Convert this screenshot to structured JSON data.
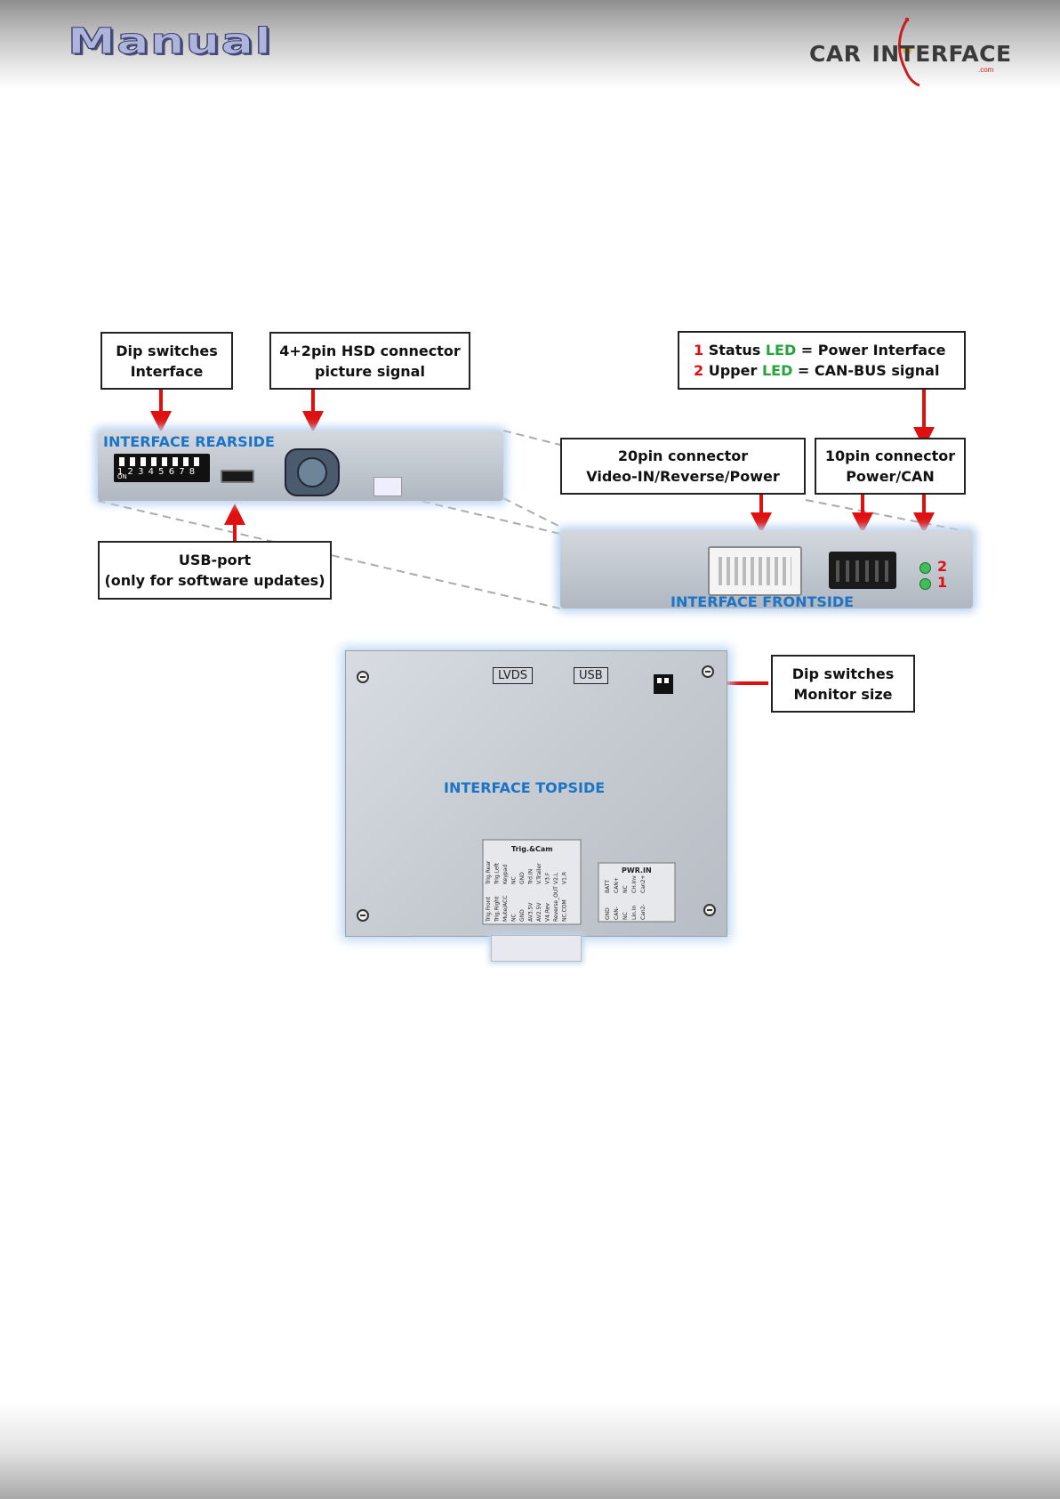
{
  "header": {
    "title": "Manual"
  },
  "logo": {
    "text_left": "CAR",
    "text_right": "INTERFACE",
    "sub": ".com"
  },
  "colors": {
    "callout_red": "#e01010",
    "led_green": "#26a33c",
    "label_blue": "#1b74c6"
  },
  "callouts": {
    "dip_interface": {
      "line1": "Dip switches",
      "line2": "Interface"
    },
    "hsd": {
      "line1": "4+2pin HSD connector",
      "line2": "picture signal"
    },
    "led": {
      "l1_num": "1",
      "l1_a": "Status ",
      "l1_led": "LED",
      "l1_b": " = Power Interface",
      "l2_num": "2",
      "l2_a": "Upper ",
      "l2_led": "LED",
      "l2_b": " = CAN-BUS signal"
    },
    "pin20": {
      "line1": "20pin connector",
      "line2": "Video-IN/Reverse/Power"
    },
    "pin10": {
      "line1": "10pin connector",
      "line2": "Power/CAN"
    },
    "usb": {
      "line1": "USB-port",
      "line2": "(only for software updates)"
    },
    "dip_monitor": {
      "line1": "Dip switches",
      "line2": "Monitor size"
    }
  },
  "rearside": {
    "label": "INTERFACE REARSIDE",
    "dip_numbers": "1 2 3 4 5 6 7 8",
    "on": "ON"
  },
  "frontside": {
    "label": "INTERFACE FRONTSIDE",
    "led2": "2",
    "led1": "1"
  },
  "topside": {
    "label": "INTERFACE TOPSIDE",
    "lvds": "LVDS",
    "usb": "USB",
    "trig_title": "Trig.&Cam",
    "pwr_title": "PWR.IN",
    "trig_col1": [
      "Trig.Rear",
      "Trig.Left",
      "Keypad",
      "NC",
      "GND",
      "Trd.IN",
      "V.Trailer",
      "V3.F",
      "V2.L",
      "V1.R"
    ],
    "trig_col2": [
      "Trig.Front",
      "Trig.Right",
      "Mute/ACC",
      "NC",
      "GND",
      "AV3.5V",
      "AV2.5V",
      "V4.Rev",
      "Reverse_OUT",
      "NC.COM"
    ],
    "pwr_col1": [
      "BATT",
      "CAN+",
      "NC",
      "CH.Inv",
      "Can2+"
    ],
    "pwr_col2": [
      "GND",
      "CAN-",
      "NC",
      "Lin.In",
      "Can2-"
    ]
  }
}
